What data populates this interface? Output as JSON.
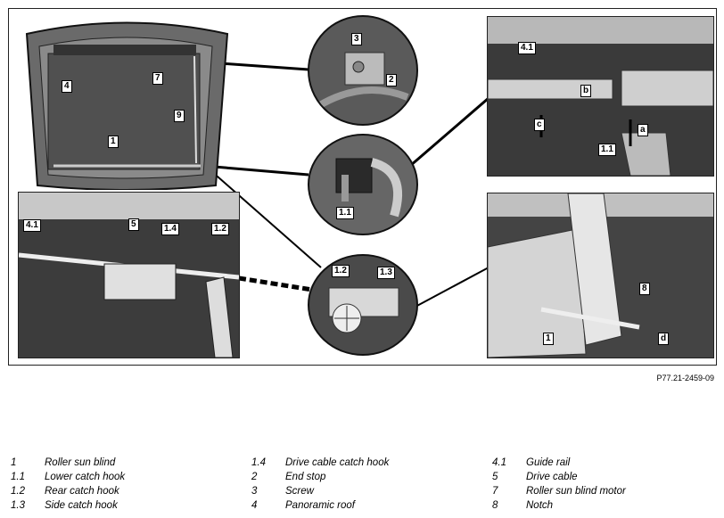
{
  "callouts": {
    "overview": [
      "4",
      "7",
      "9",
      "1"
    ],
    "circle_top": [
      "3",
      "2"
    ],
    "circle_mid": [
      "1.1"
    ],
    "circle_bottom": [
      "1.2",
      "1.3"
    ],
    "panel_top_right": [
      "4.1",
      "b",
      "c",
      "a",
      "1.1"
    ],
    "panel_bottom_left": [
      "4.1",
      "5",
      "1.4",
      "1.2"
    ],
    "panel_bottom_right": [
      "8",
      "1",
      "d"
    ]
  },
  "figure_code": "P77.21-2459-09",
  "legend": [
    {
      "num": "1",
      "text": "Roller sun blind"
    },
    {
      "num": "1.1",
      "text": "Lower catch hook"
    },
    {
      "num": "1.2",
      "text": "Rear catch hook"
    },
    {
      "num": "1.3",
      "text": "Side catch hook"
    },
    {
      "num": "1.4",
      "text": "Drive cable catch hook"
    },
    {
      "num": "2",
      "text": "End stop"
    },
    {
      "num": "3",
      "text": "Screw"
    },
    {
      "num": "4",
      "text": "Panoramic roof"
    },
    {
      "num": "4.1",
      "text": "Guide rail"
    },
    {
      "num": "5",
      "text": "Drive cable"
    },
    {
      "num": "7",
      "text": "Roller sun blind motor"
    },
    {
      "num": "8",
      "text": "Notch"
    }
  ]
}
